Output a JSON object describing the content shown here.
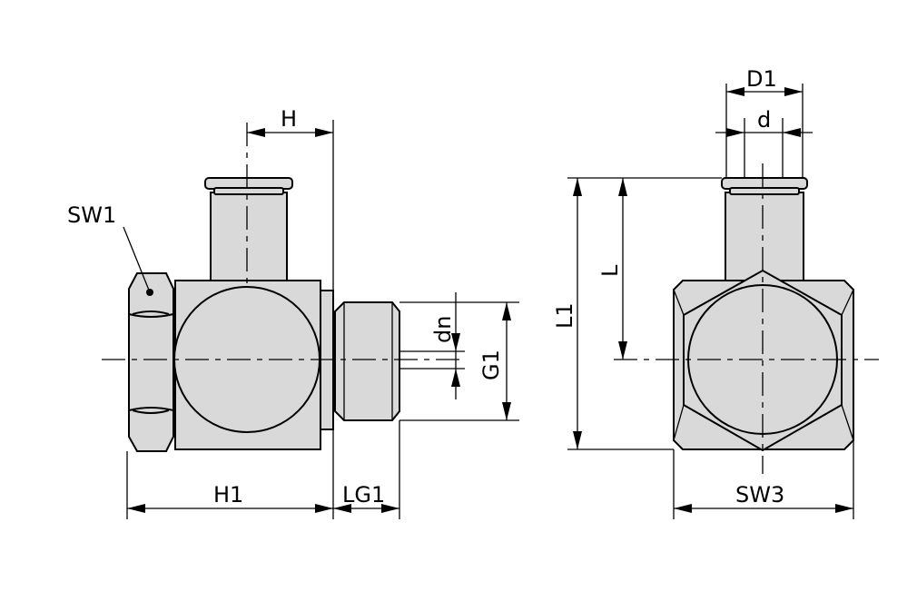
{
  "dimensions": {
    "sw1": "SW1",
    "h": "H",
    "h1": "H1",
    "lg1": "LG1",
    "dn": "dn",
    "g1": "G1",
    "d1": "D1",
    "d": "d",
    "l": "L",
    "l1": "L1",
    "sw3": "SW3"
  }
}
